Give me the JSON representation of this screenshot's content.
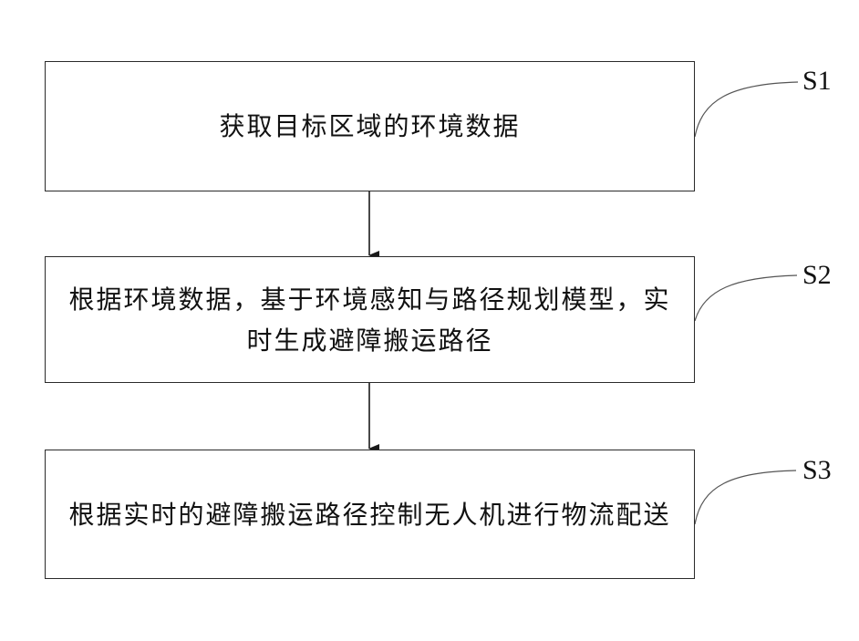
{
  "steps": [
    {
      "id": "S1",
      "text": "获取目标区域的环境数据"
    },
    {
      "id": "S2",
      "text": "根据环境数据，基于环境感知与路径规划模型，实时生成避障搬运路径"
    },
    {
      "id": "S3",
      "text": "根据实时的避障搬运路径控制无人机进行物流配送"
    }
  ]
}
